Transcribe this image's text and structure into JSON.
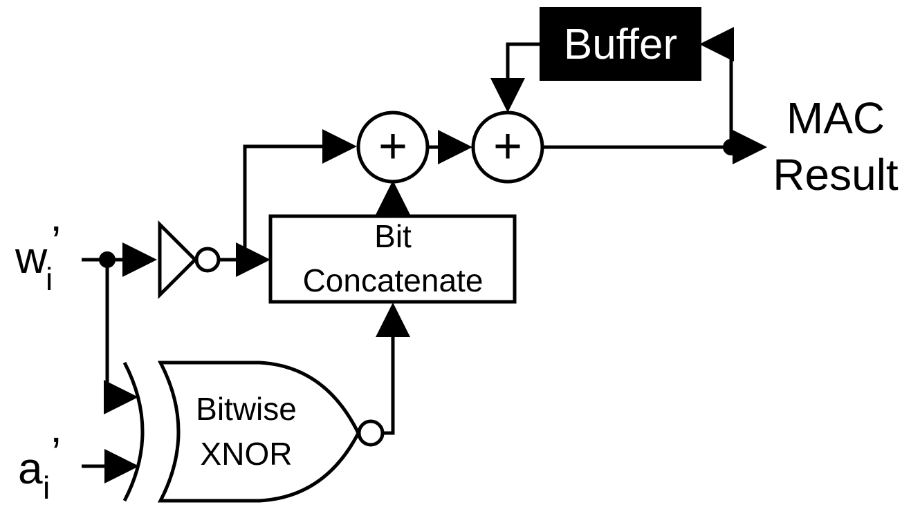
{
  "inputs": {
    "w": {
      "base": "w",
      "sub": "i",
      "prime": "’"
    },
    "a": {
      "base": "a",
      "sub": "i",
      "prime": "’"
    }
  },
  "blocks": {
    "buffer": "Buffer",
    "bit_concatenate": [
      "Bit",
      "Concatenate"
    ],
    "xnor": [
      "Bitwise",
      "XNOR"
    ]
  },
  "output": [
    "MAC",
    "Result"
  ],
  "adder_symbol": "+"
}
